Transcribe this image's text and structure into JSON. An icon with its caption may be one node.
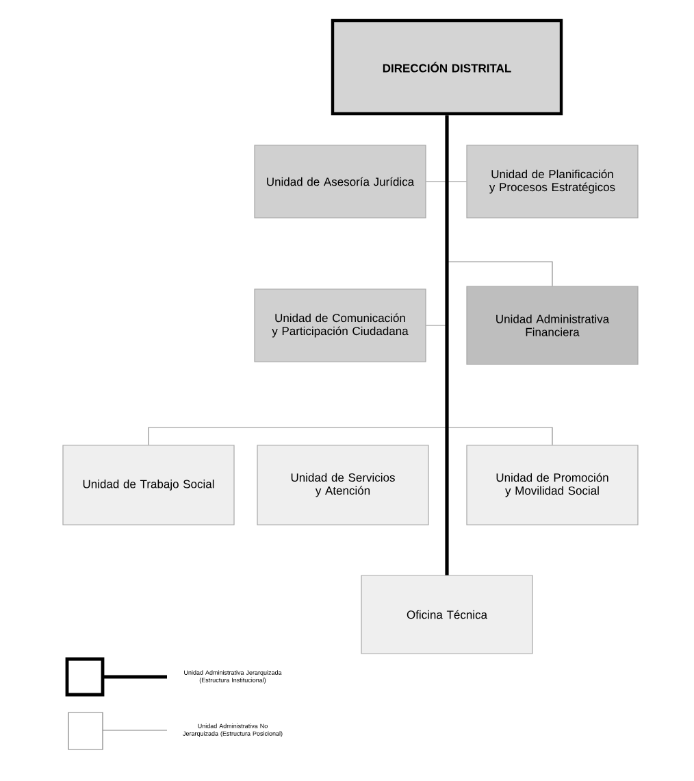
{
  "diagram": {
    "nodes": [
      {
        "text": [
          "DIRECCIÓN DISTRITAL"
        ]
      },
      {
        "text": [
          "Unidad de Asesoría Jurídica"
        ]
      },
      {
        "text": [
          "Unidad de Planificación y Procesos Estratégicos"
        ]
      },
      {
        "text": [
          "Unidad de Comunicación y Participación Ciudadana"
        ]
      },
      {
        "text": [
          "Unidad Administrativa Financiera"
        ]
      },
      {
        "text": [
          "Unidad de Trabajo Social"
        ]
      },
      {
        "text": [
          "Unidad de Servicios y Atención"
        ]
      },
      {
        "text": [
          "Unidad de Promoción y Movilidad Social"
        ]
      },
      {
        "text": [
          "Oficina Técnica"
        ]
      }
    ],
    "edges": [
      {
        "from": 0,
        "to": 1,
        "arrow": "none"
      },
      {
        "from": 0,
        "to": 2,
        "arrow": "none"
      },
      {
        "from": 0,
        "to": 3,
        "arrow": "none"
      },
      {
        "from": 0,
        "to": 4,
        "arrow": "none"
      },
      {
        "from": 0,
        "to": 5,
        "arrow": "none"
      },
      {
        "from": 0,
        "to": 7,
        "arrow": "none"
      },
      {
        "from": 0,
        "to": 8,
        "arrow": "none",
        "style": "thick",
        "color": "#000000"
      }
    ],
    "legend": [
      {
        "text": "Unidad Administrativa Jerarquizada (Estructura Institucional)"
      },
      {
        "text": "Unidad Administrativa No Jerarquizada (Estructura Posicional)"
      }
    ]
  }
}
